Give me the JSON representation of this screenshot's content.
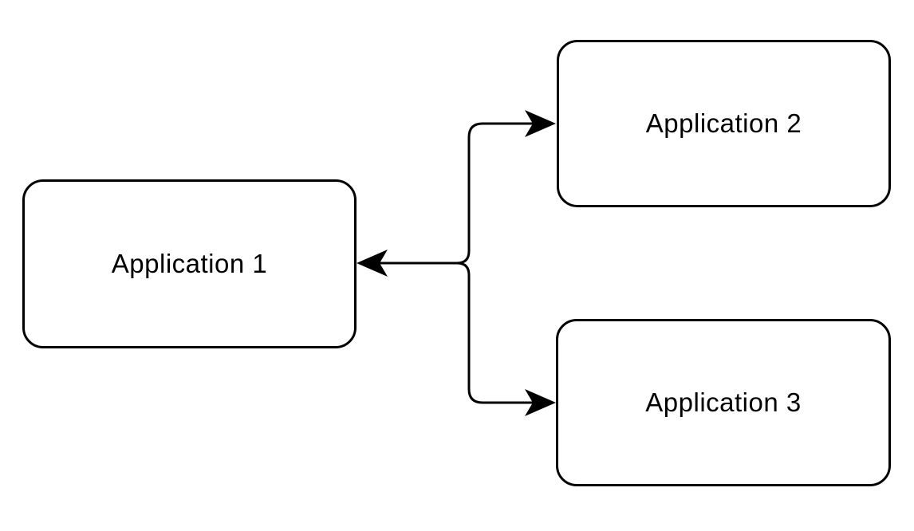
{
  "diagram": {
    "background_color": "#ffffff",
    "stroke_color": "#000000",
    "node_fill_color": "#ffffff",
    "text_color": "#000000",
    "nodes": [
      {
        "id": "app1",
        "label": "Application 1"
      },
      {
        "id": "app2",
        "label": "Application 2"
      },
      {
        "id": "app3",
        "label": "Application 3"
      }
    ],
    "connector": {
      "type": "fork",
      "description": "Single forked connector with arrowheads at all three ends",
      "branches": [
        {
          "to": "Application 1",
          "arrowhead_direction": "left"
        },
        {
          "to": "Application 2",
          "arrowhead_direction": "right"
        },
        {
          "to": "Application 3",
          "arrowhead_direction": "right"
        }
      ]
    }
  }
}
